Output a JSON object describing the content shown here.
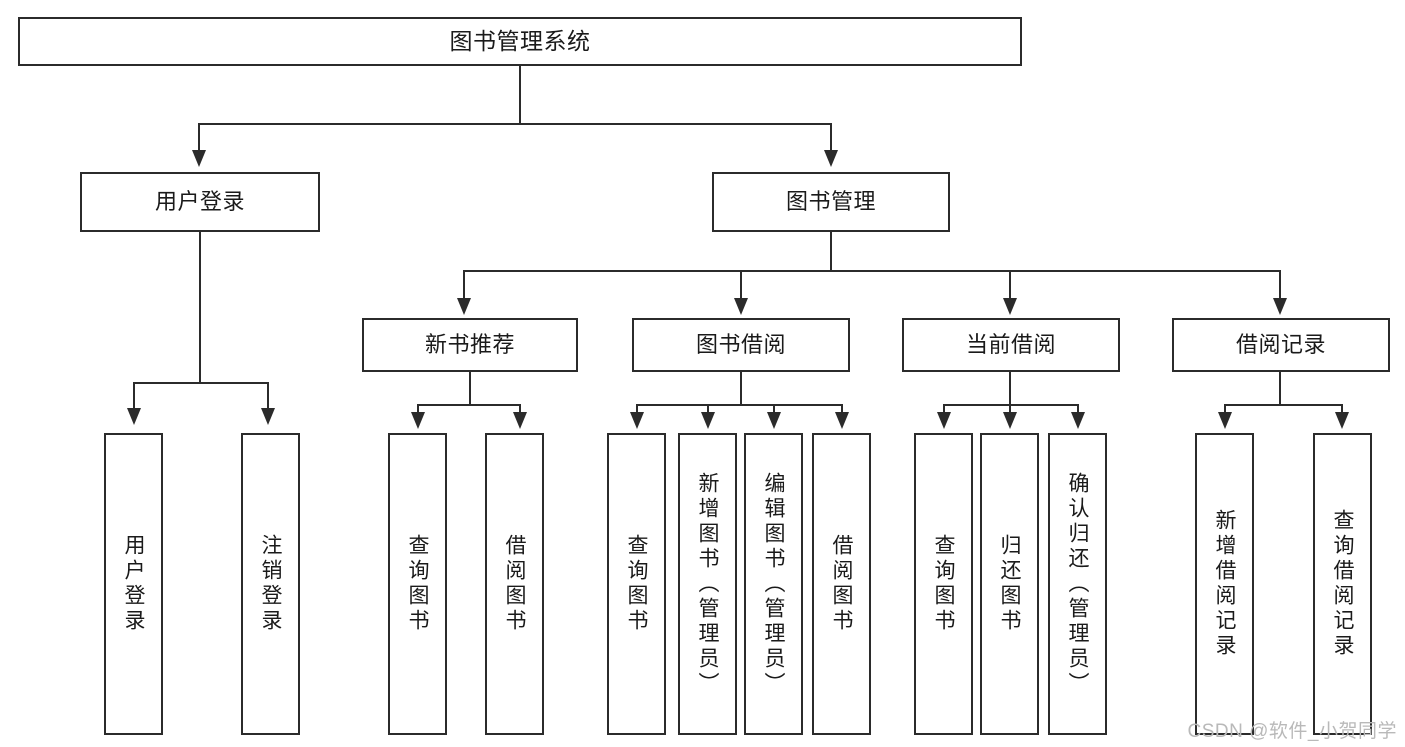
{
  "diagram": {
    "type": "tree-hierarchy-diagram",
    "title": "图书管理系统",
    "root": {
      "id": "root",
      "label": "图书管理系统"
    },
    "level2": [
      {
        "id": "user-login",
        "label": "用户登录"
      },
      {
        "id": "book-manage",
        "label": "图书管理"
      }
    ],
    "level3": [
      {
        "id": "new-book-recommend",
        "label": "新书推荐",
        "parent": "book-manage"
      },
      {
        "id": "book-borrow",
        "label": "图书借阅",
        "parent": "book-manage"
      },
      {
        "id": "current-borrow",
        "label": "当前借阅",
        "parent": "book-manage"
      },
      {
        "id": "borrow-record",
        "label": "借阅记录",
        "parent": "book-manage"
      }
    ],
    "leaves": [
      {
        "id": "leaf-user-login",
        "label": "用户登录",
        "parent": "user-login"
      },
      {
        "id": "leaf-logout",
        "label": "注销登录",
        "parent": "user-login"
      },
      {
        "id": "leaf-query-book-1",
        "label": "查询图书",
        "parent": "new-book-recommend"
      },
      {
        "id": "leaf-borrow-book-1",
        "label": "借阅图书",
        "parent": "new-book-recommend"
      },
      {
        "id": "leaf-query-book-2",
        "label": "查询图书",
        "parent": "book-borrow"
      },
      {
        "id": "leaf-add-book",
        "label": "新增图书（管理员）",
        "parent": "book-borrow"
      },
      {
        "id": "leaf-edit-book",
        "label": "编辑图书（管理员）",
        "parent": "book-borrow"
      },
      {
        "id": "leaf-borrow-book-2",
        "label": "借阅图书",
        "parent": "book-borrow"
      },
      {
        "id": "leaf-query-book-3",
        "label": "查询图书",
        "parent": "current-borrow"
      },
      {
        "id": "leaf-return-book",
        "label": "归还图书",
        "parent": "current-borrow"
      },
      {
        "id": "leaf-confirm-return",
        "label": "确认归还（管理员）",
        "parent": "current-borrow"
      },
      {
        "id": "leaf-add-record",
        "label": "新增借阅记录",
        "parent": "borrow-record"
      },
      {
        "id": "leaf-query-record",
        "label": "查询借阅记录",
        "parent": "borrow-record"
      }
    ],
    "colors": {
      "stroke": "#2b2b2b",
      "fill": "#ffffff",
      "text": "#1a1a1a",
      "watermark": "#b9b9b9"
    }
  },
  "watermark": {
    "text": "CSDN @软件_小贺同学"
  }
}
